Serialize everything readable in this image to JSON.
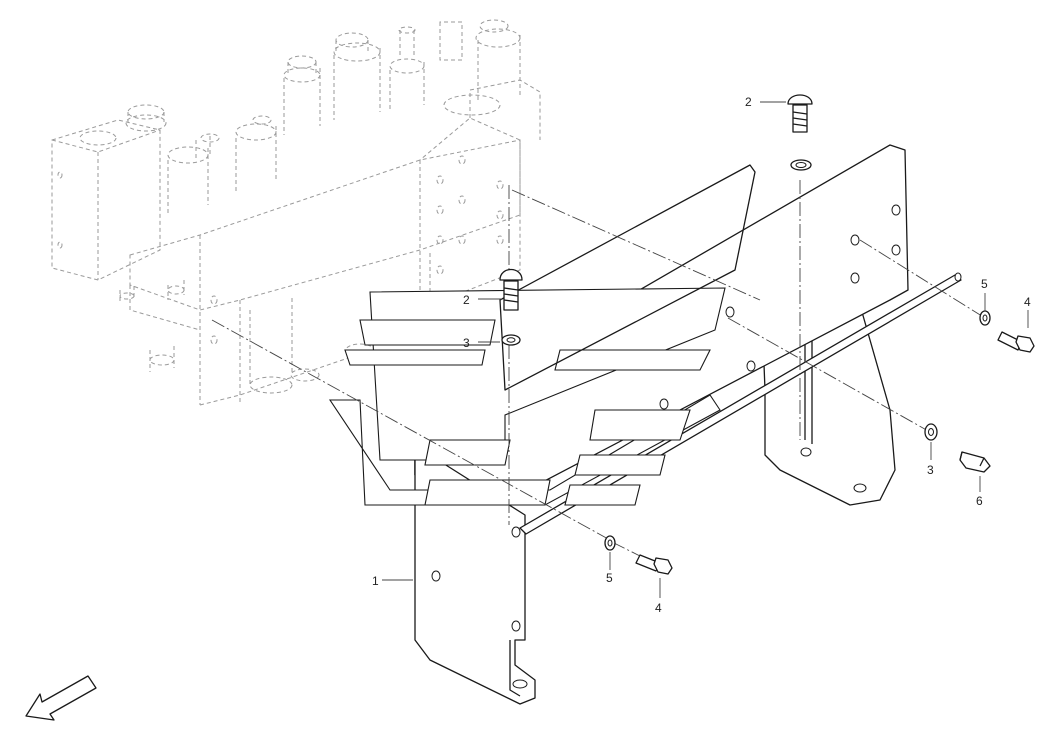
{
  "callouts": [
    {
      "id": "1",
      "label": "1"
    },
    {
      "id": "2a",
      "label": "2"
    },
    {
      "id": "2b",
      "label": "2"
    },
    {
      "id": "3a",
      "label": "3"
    },
    {
      "id": "3b",
      "label": "3"
    },
    {
      "id": "4a",
      "label": "4"
    },
    {
      "id": "4b",
      "label": "4"
    },
    {
      "id": "5a",
      "label": "5"
    },
    {
      "id": "5b",
      "label": "5"
    },
    {
      "id": "6",
      "label": "6"
    }
  ],
  "icons": {
    "direction_arrow": "direction-arrow-icon"
  }
}
